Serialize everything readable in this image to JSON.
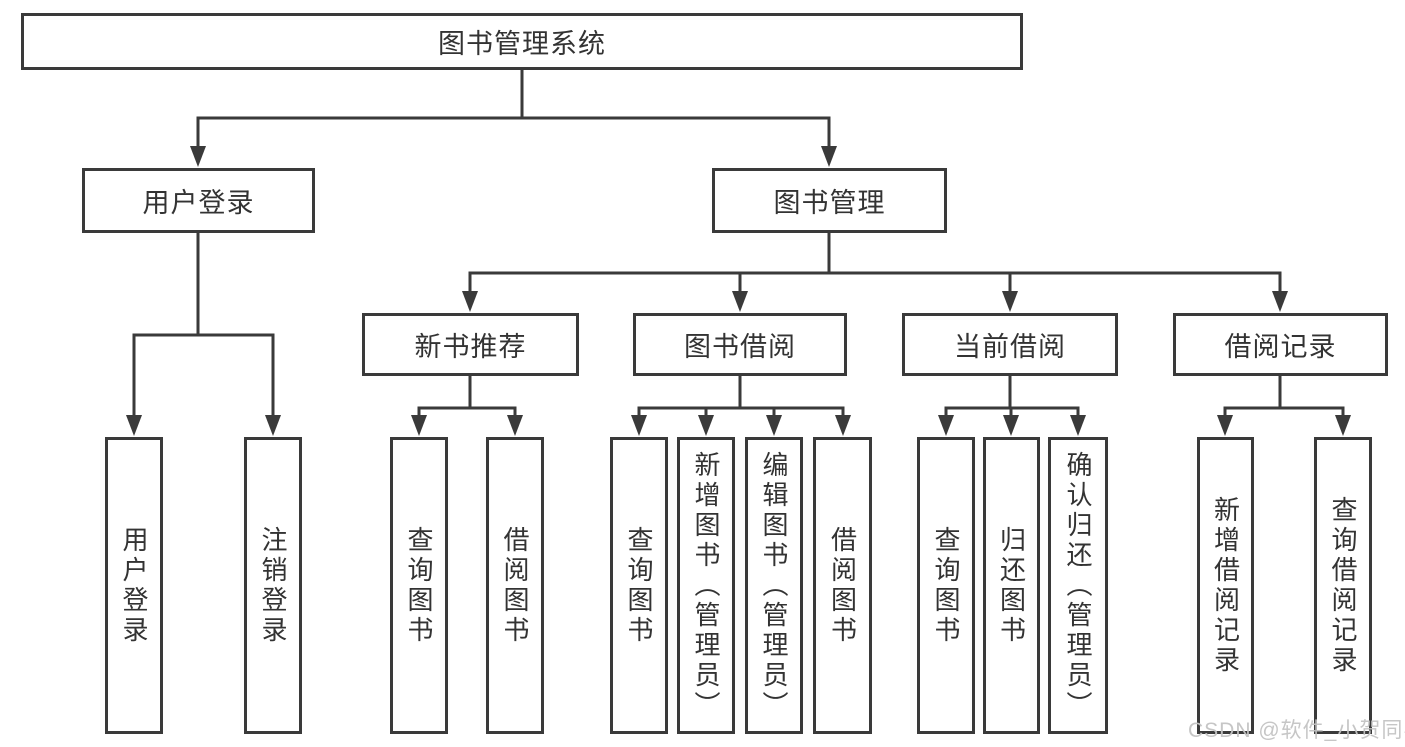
{
  "tree": {
    "root": "图书管理系统",
    "branches": [
      {
        "label": "用户登录",
        "children": [
          "用户登录",
          "注销登录"
        ]
      },
      {
        "label": "图书管理",
        "groups": [
          {
            "label": "新书推荐",
            "children": [
              "查询图书",
              "借阅图书"
            ]
          },
          {
            "label": "图书借阅",
            "children": [
              "查询图书",
              "新增图书（管理员）",
              "编辑图书（管理员）",
              "借阅图书"
            ]
          },
          {
            "label": "当前借阅",
            "children": [
              "查询图书",
              "归还图书",
              "确认归还（管理员）"
            ]
          },
          {
            "label": "借阅记录",
            "children": [
              "新增借阅记录",
              "查询借阅记录"
            ]
          }
        ]
      }
    ]
  },
  "watermark": "CSDN @软件_小贺同学",
  "colors": {
    "line": "#3a3a3a",
    "text": "#333333",
    "background": "#ffffff",
    "watermark": "#c3c3c3"
  }
}
